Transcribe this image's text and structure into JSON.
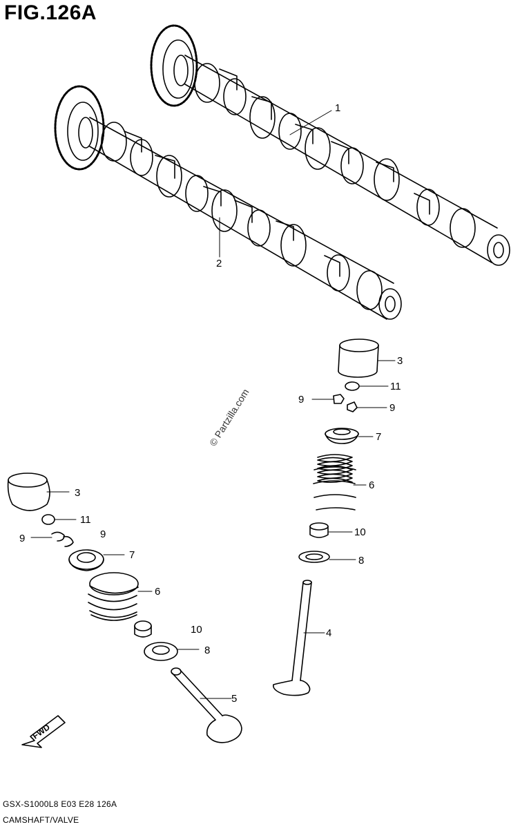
{
  "figure": {
    "title": "FIG.126A",
    "footer_model": "GSX-S1000L8  E03  E28  126A",
    "footer_name": "CAMSHAFT/VALVE",
    "watermark": "© Partzilla.com",
    "fwd_label": "FWD"
  },
  "callouts": [
    {
      "id": "c1",
      "text": "1"
    },
    {
      "id": "c2",
      "text": "2"
    },
    {
      "id": "c3a",
      "text": "3"
    },
    {
      "id": "c11a",
      "text": "11"
    },
    {
      "id": "c9a",
      "text": "9"
    },
    {
      "id": "c9b",
      "text": "9"
    },
    {
      "id": "c7a",
      "text": "7"
    },
    {
      "id": "c6a",
      "text": "6"
    },
    {
      "id": "c10a",
      "text": "10"
    },
    {
      "id": "c8a",
      "text": "8"
    },
    {
      "id": "c4",
      "text": "4"
    },
    {
      "id": "c3b",
      "text": "3"
    },
    {
      "id": "c11b",
      "text": "11"
    },
    {
      "id": "c9c",
      "text": "9"
    },
    {
      "id": "c9d",
      "text": "9"
    },
    {
      "id": "c7b",
      "text": "7"
    },
    {
      "id": "c6b",
      "text": "6"
    },
    {
      "id": "c10b",
      "text": "10"
    },
    {
      "id": "c8b",
      "text": "8"
    },
    {
      "id": "c5",
      "text": "5"
    }
  ]
}
